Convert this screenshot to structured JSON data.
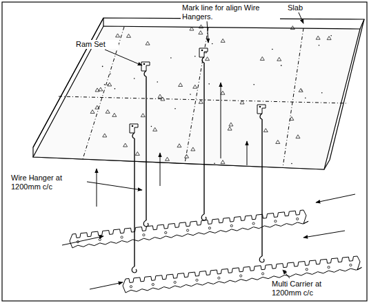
{
  "diagram": {
    "labels": [
      "Mark line for align Wire Hangers.",
      "Slab",
      "Ram Set",
      "Wire Hanger at 1200mm c/c",
      "Multi Carrier at 1200mm c/c"
    ]
  }
}
